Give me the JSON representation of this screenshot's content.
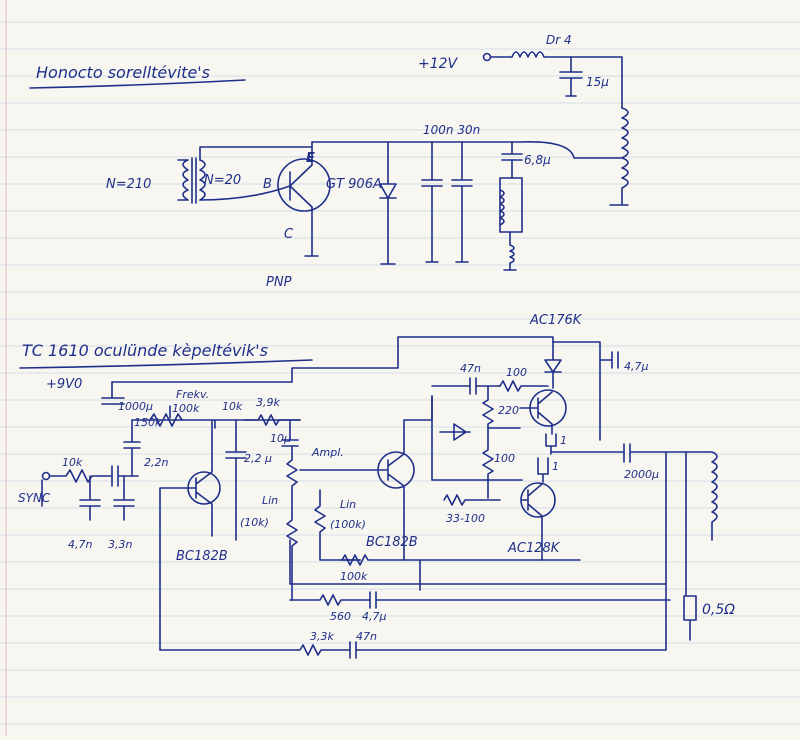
{
  "colors": {
    "paper": "#f7f6f1",
    "ink": "#1f2f8a",
    "rule": "#c9d4e3",
    "margin": "#e7b9b9"
  },
  "top": {
    "heading": "Honocto sorelltévite's",
    "supply": "+12V",
    "choke": "Dr 4",
    "cap_supply": "15µ",
    "primary_turns": "N=210",
    "secondary_turns": "N=20",
    "emitter": "E",
    "base": "B",
    "collector": "C",
    "transistor": "GT 906A",
    "pnp": "PNP",
    "caps_top": "100n 30n",
    "cap_small": "6,8µ"
  },
  "bottom": {
    "heading": "TC 1610 oculünde kèpeltévik's",
    "supply": "+9V0",
    "c_1000": "1000µ",
    "r_150k": "150k",
    "freq": "Frekv.",
    "r_100k": "100k",
    "r_10k_a": "10k",
    "r_3k9": "3,9k",
    "r_10k_in": "10k",
    "c_2u2": "2,2n",
    "sync": "SYNC",
    "c_4n7": "4,7n",
    "c_3n3": "3,3n",
    "t_bc_left": "BC182B",
    "c_10u": "10µ",
    "c_2u2b": "2,2 µ",
    "ampl": "Ampl.",
    "lin": "Lin",
    "lin_r": "(10k)",
    "lin2": "Lin",
    "lin2_r": "(100k)",
    "t_bc_mid": "BC182B",
    "r_100k_b": "100k",
    "c_47n": "47n",
    "r_100": "100",
    "r_220": "220",
    "r_100_b": "100",
    "r_1a": "1",
    "r_1b": "1",
    "r_33": "33-100",
    "t_ac128": "AC128K",
    "t_ac176": "AC176K",
    "c_4u7": "4,7µ",
    "c_2000": "2000µ",
    "r_560": "560",
    "c_4u7b": "4,7µ",
    "r_0r5": "0,5Ω",
    "r_3k3": "3,3k",
    "c_47n_b": "47n"
  }
}
